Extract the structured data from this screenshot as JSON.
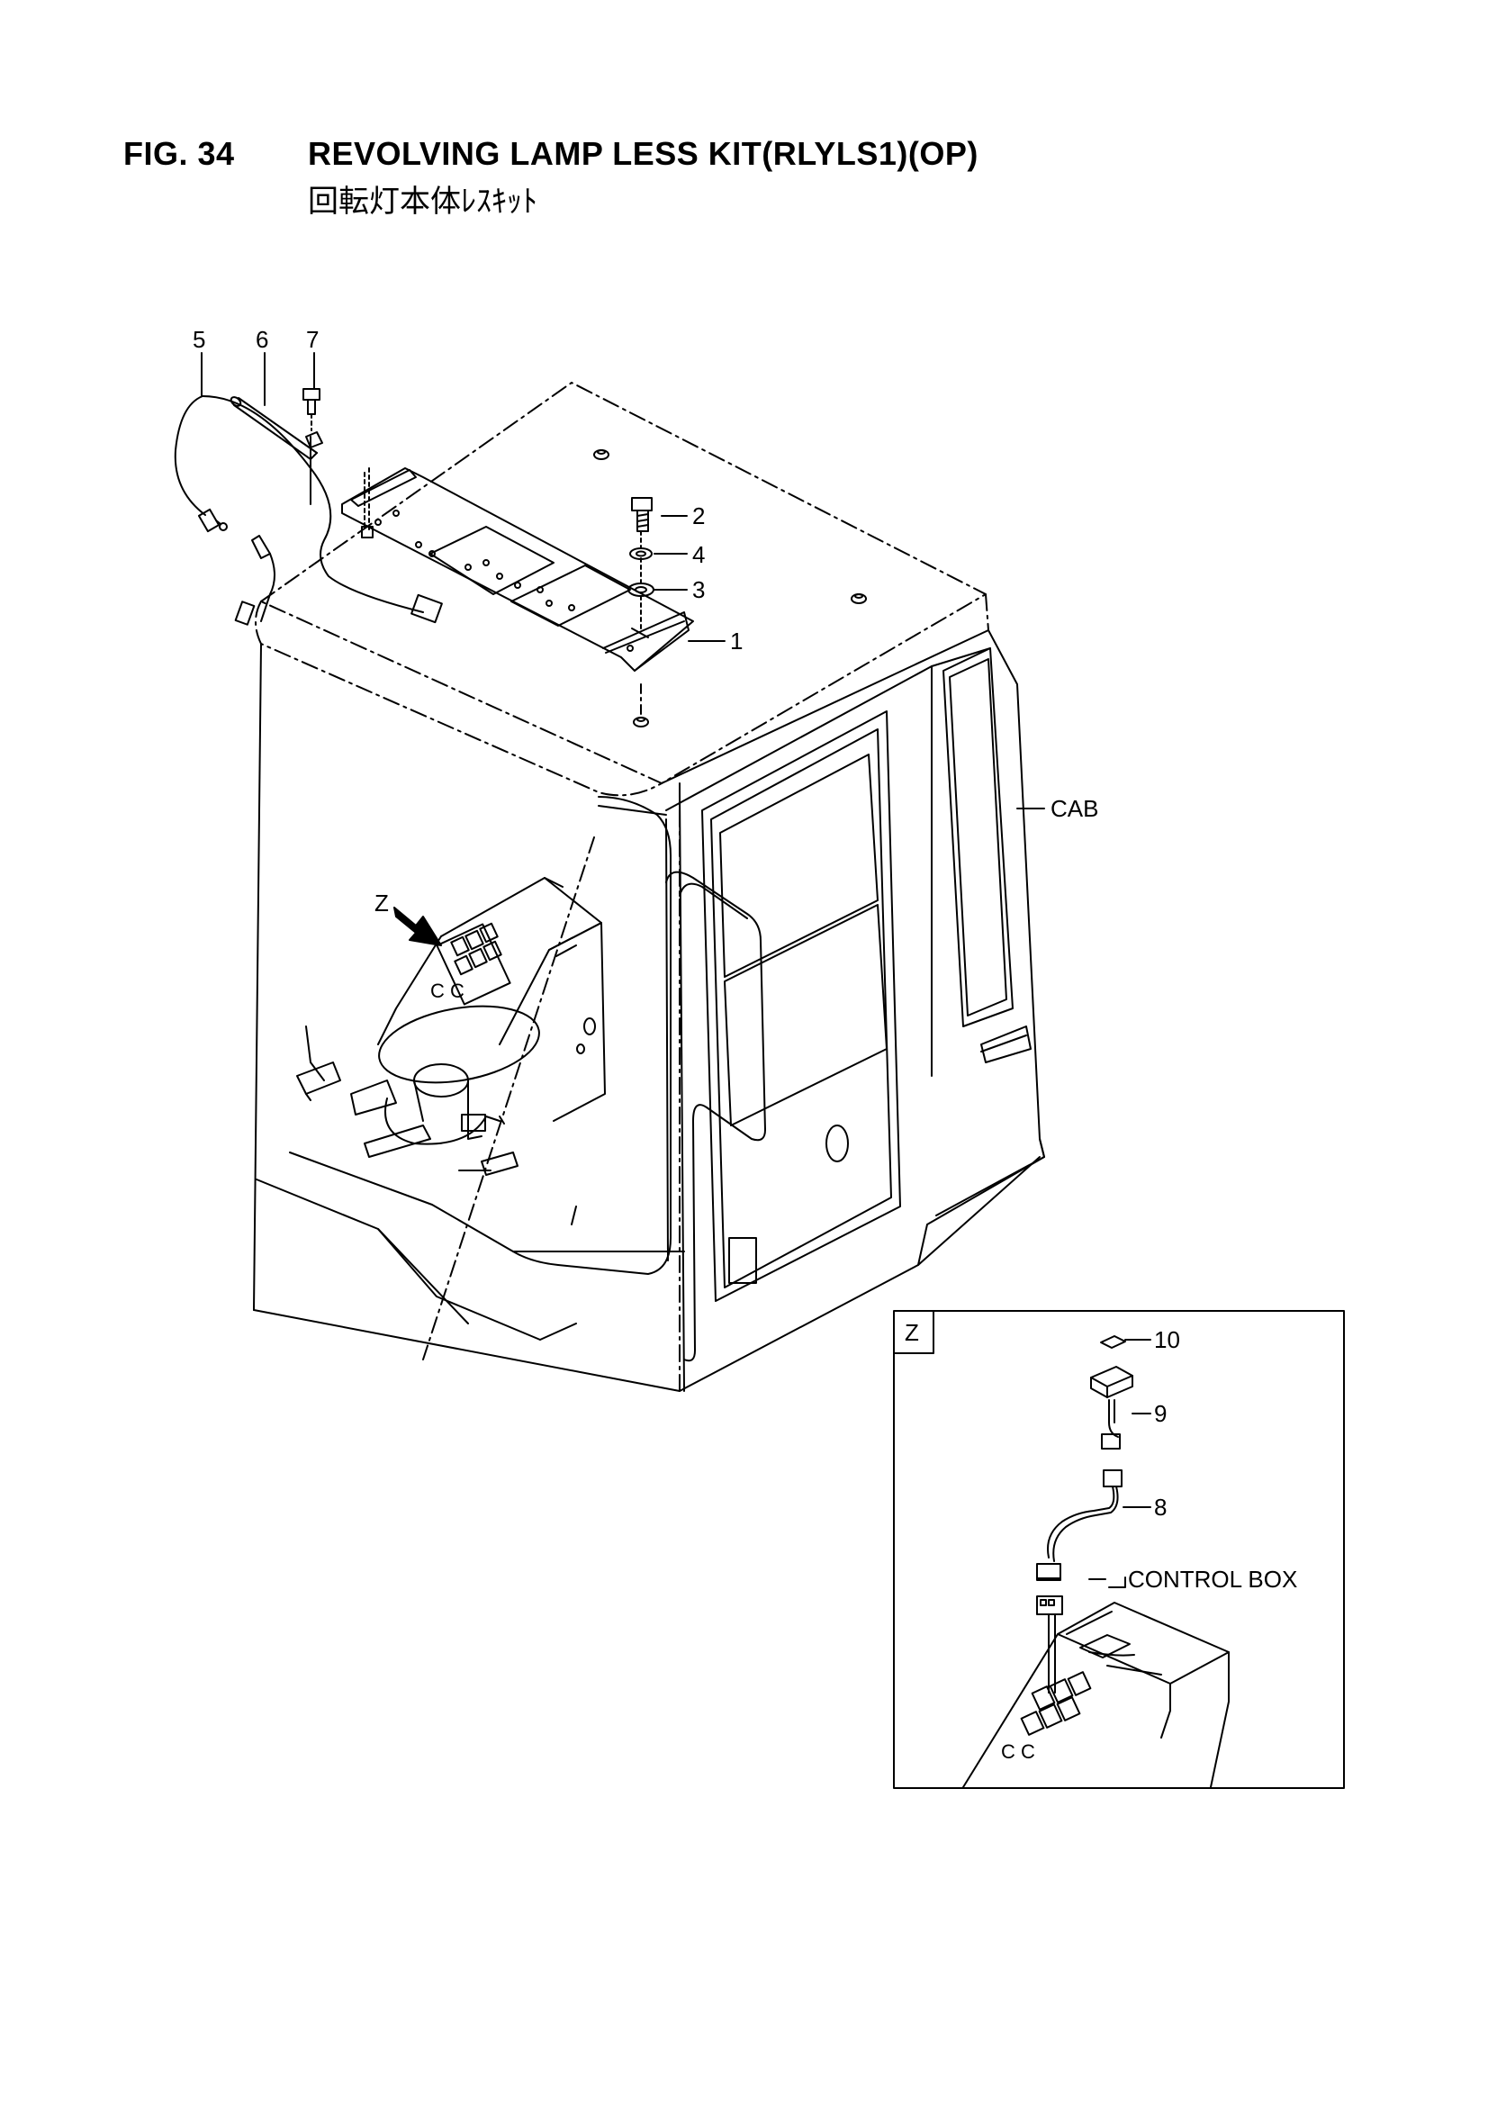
{
  "figure": {
    "number": "FIG. 34",
    "title": "REVOLVING LAMP LESS KIT(RLYLS1)(OP)",
    "subtitle": "回転灯本体ﾚｽｷｯﾄ"
  },
  "callouts": {
    "p1": "1",
    "p2": "2",
    "p3": "3",
    "p4": "4",
    "p5": "5",
    "p6": "6",
    "p7": "7",
    "p8": "8",
    "p9": "9",
    "p10": "10",
    "cab": "CAB",
    "view_z": "Z",
    "inset_z": "Z",
    "control_box": "CONTROL BOX",
    "console_cc": "C C",
    "inset_cc": "C C"
  }
}
